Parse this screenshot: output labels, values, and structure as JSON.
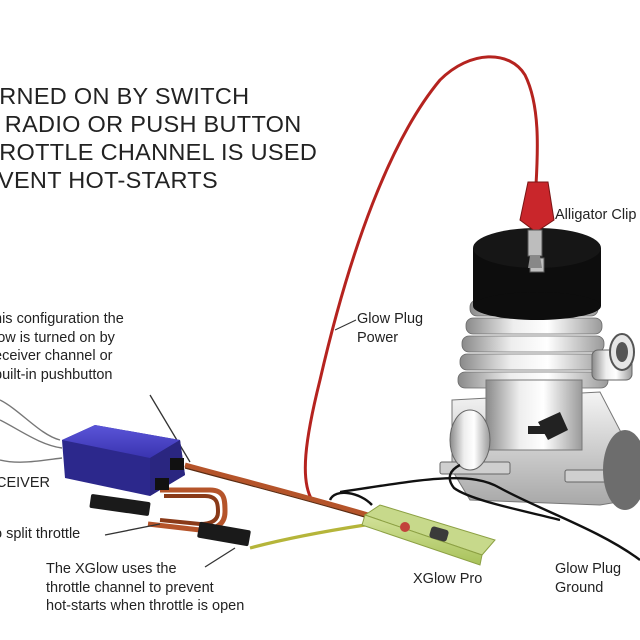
{
  "heading": {
    "lines": [
      "URNED ON BY SWITCH",
      "E RADIO OR PUSH BUTTON",
      "HROTTLE CHANNEL IS USED",
      "EVENT HOT-STARTS"
    ]
  },
  "labels": {
    "config_desc": [
      "his configuration the",
      "low is turned on by",
      "eceiver channel or",
      "built-in pushbutton"
    ],
    "glow_plug_power": [
      "Glow Plug",
      "Power"
    ],
    "alligator_clip": "Alligator Clip",
    "receiver": "CEIVER",
    "split_throttle": "o split throttle",
    "xglow_desc": [
      "The XGlow uses the",
      "throttle channel to prevent",
      "hot-starts when throttle is open"
    ],
    "xglow_pro": "XGlow Pro",
    "glow_plug_ground": [
      "Glow Plug",
      "Ground"
    ]
  },
  "colors": {
    "power_wire": "#b5231f",
    "servo_wire": "#b5542a",
    "receiver": "#3f3ab8",
    "xglow_body": "#b7cf6a",
    "engine_head": "#0d0d0d",
    "alligator_clip": "#c9262b"
  }
}
